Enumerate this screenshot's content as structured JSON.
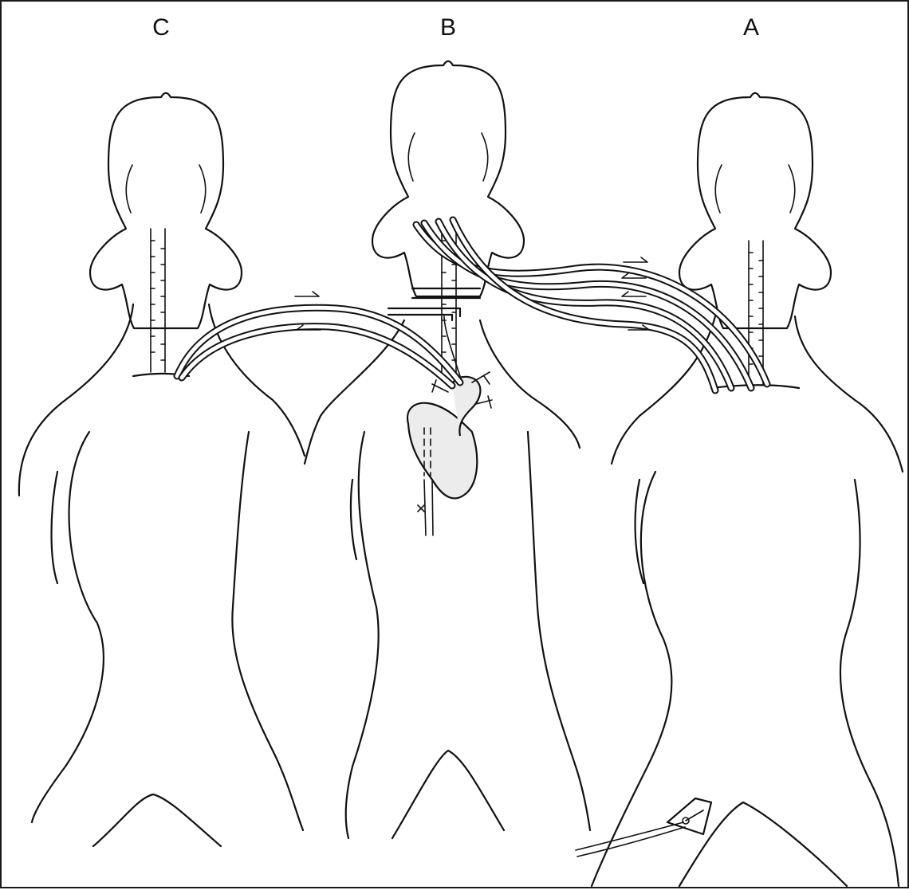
{
  "figure": {
    "labels": {
      "left": "C",
      "middle": "B",
      "right": "A"
    }
  },
  "colors": {
    "ink": "#111111",
    "heart_fill": "#ececec",
    "background": "#ffffff"
  },
  "icons": [
    "rat-silhouette",
    "trachea",
    "heart",
    "cannula-tube",
    "flow-arrow",
    "electrode-plate"
  ]
}
